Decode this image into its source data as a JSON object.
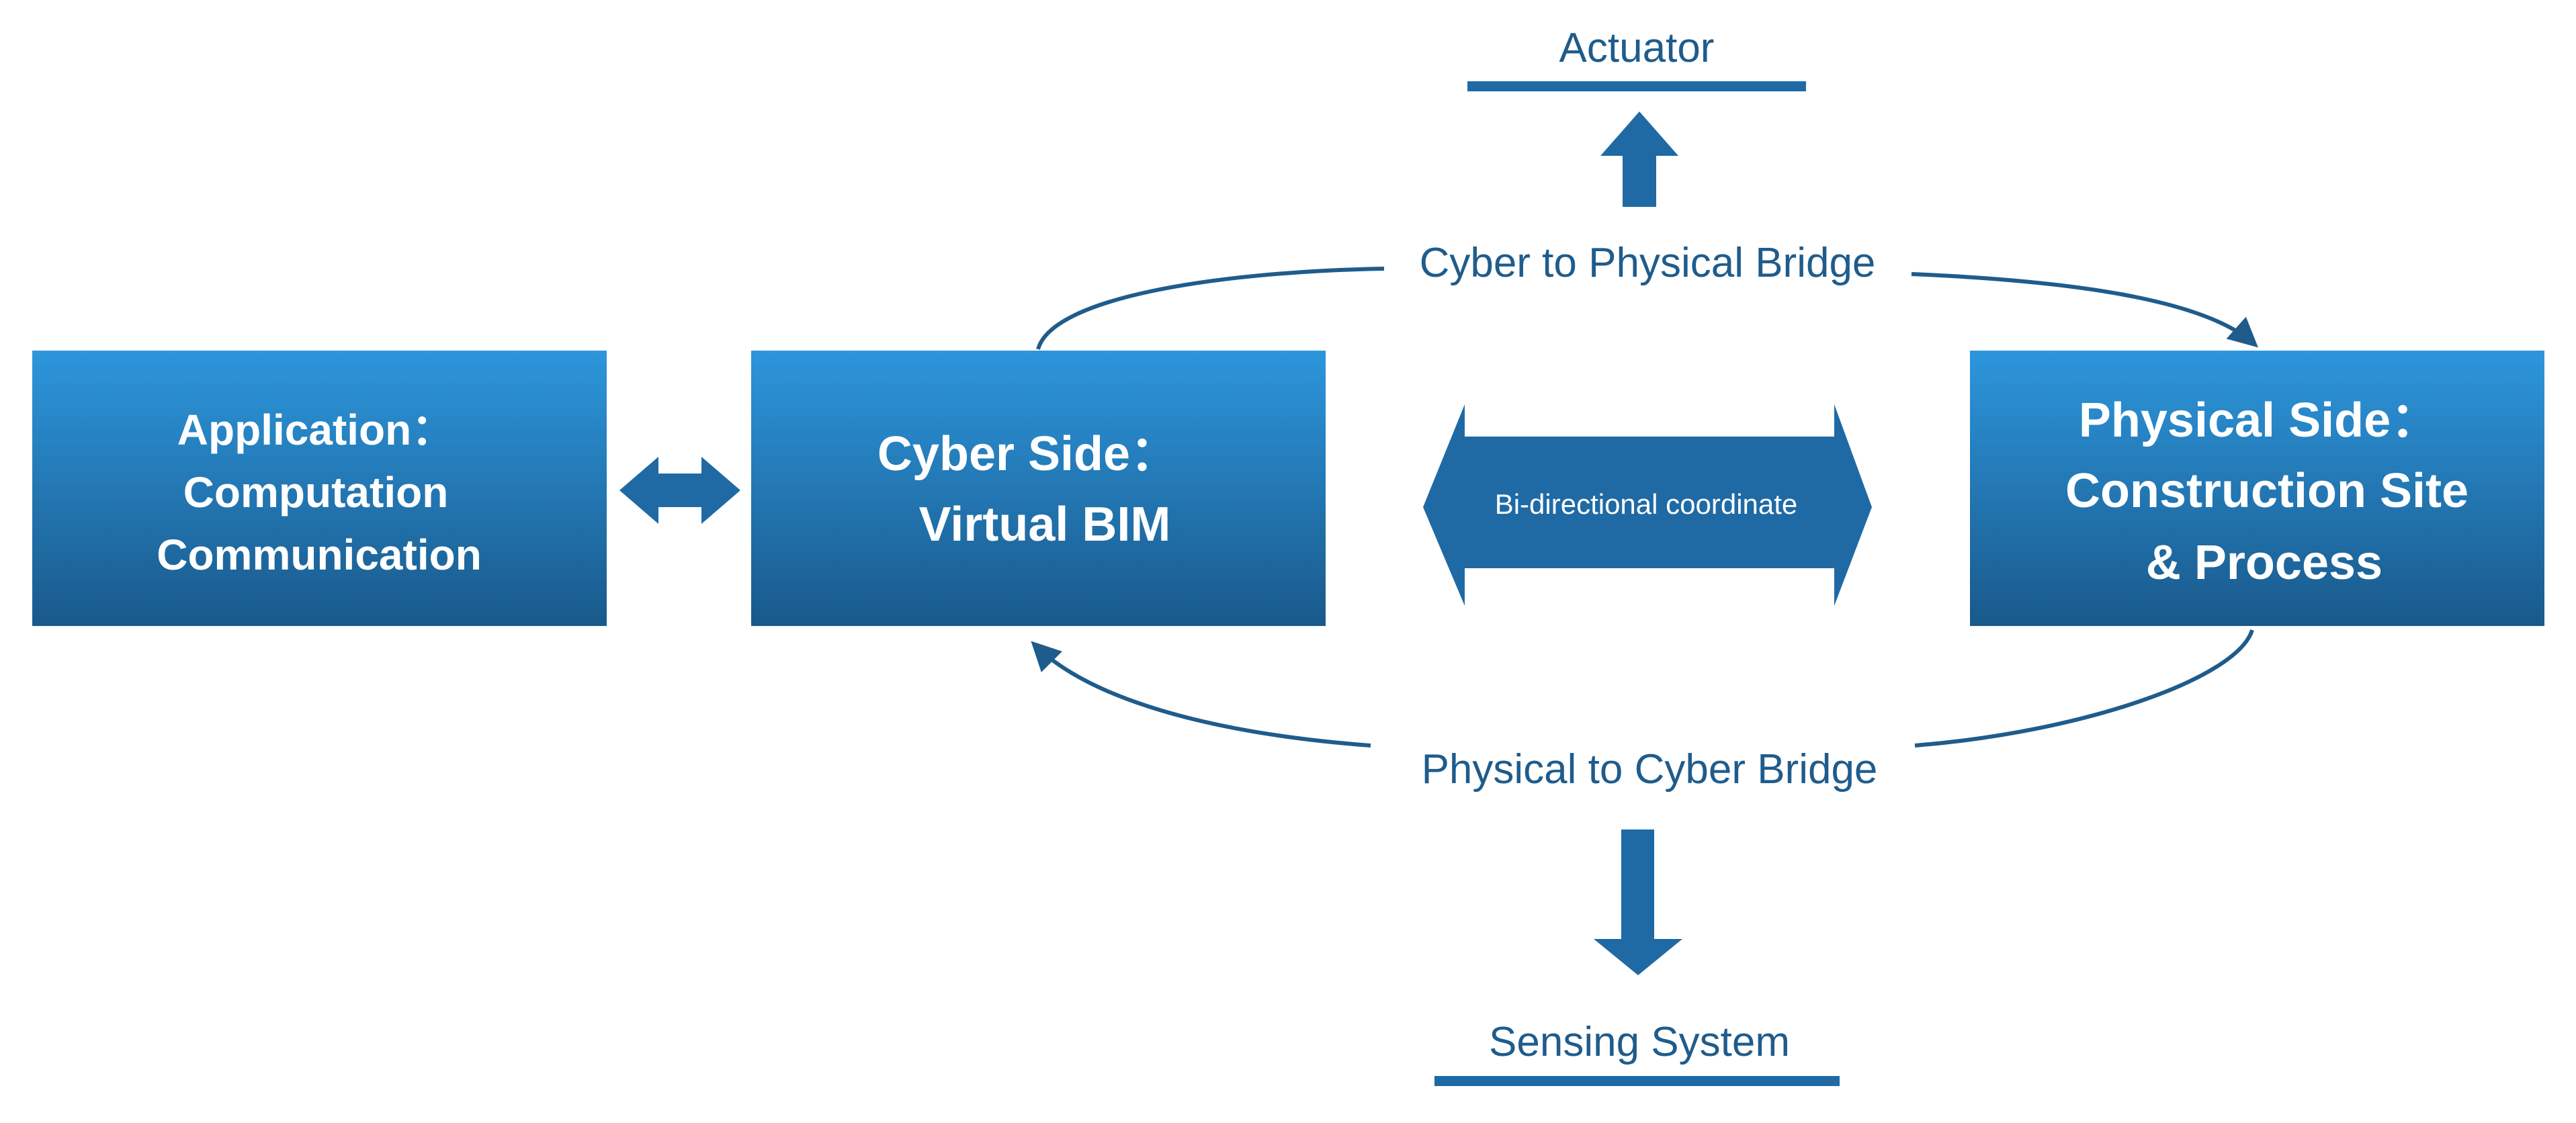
{
  "boxes": {
    "application": {
      "line1": "Application：",
      "line2": "Computation",
      "line3": "Communication"
    },
    "cyber": {
      "line1": "Cyber Side：",
      "line2": "Virtual BIM"
    },
    "physical": {
      "line1": "Physical Side：",
      "line2": "Construction Site",
      "line3": "& Process"
    }
  },
  "center_arrow": {
    "label": "Bi-directional coordinate"
  },
  "bridges": {
    "top": "Cyber to Physical Bridge",
    "bottom": "Physical to Cyber Bridge"
  },
  "endpoints": {
    "actuator": "Actuator",
    "sensing": "Sensing System"
  },
  "colors": {
    "box_top": "#2b93d9",
    "box_bottom": "#1a5f93",
    "arrow": "#1f6aa5",
    "text_dark": "#1f5c8c"
  }
}
